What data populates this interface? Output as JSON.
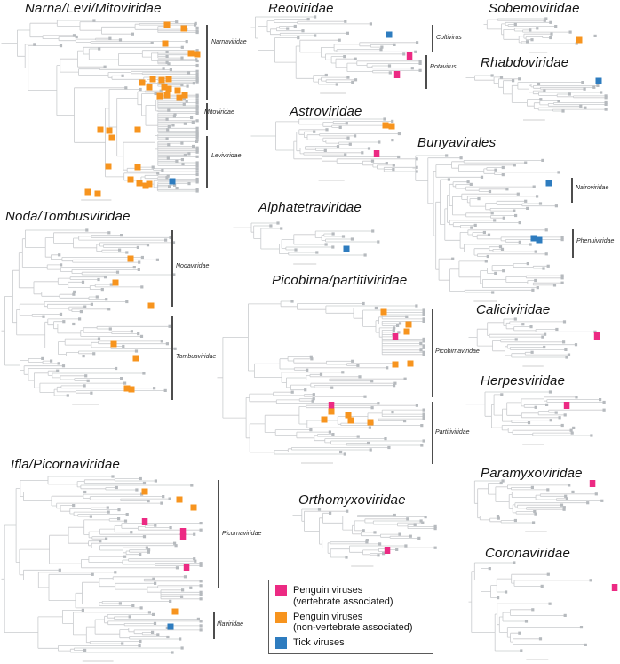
{
  "colors": {
    "penguin_vertebrate": "#EC2A83",
    "penguin_nonvertebrate": "#F7941E",
    "tick": "#2E7CBF",
    "tree_line": "#C9CBCE",
    "tip": "#B6BABE",
    "bracket": "#4D4D4D"
  },
  "panels": {
    "narna": {
      "title": "Narna/Levi/Mitoviridae",
      "subgroups": [
        {
          "label": "Narnaviridae"
        },
        {
          "label": "Mitoviridae"
        },
        {
          "label": "Leviviridae"
        }
      ]
    },
    "reo": {
      "title": "Reoviridae",
      "subgroups": [
        {
          "label": "Coltivirus"
        },
        {
          "label": "Rotavirus"
        }
      ]
    },
    "sobemo": {
      "title": "Sobemoviridae",
      "subgroups": []
    },
    "rhabdo": {
      "title": "Rhabdoviridae",
      "subgroups": []
    },
    "astro": {
      "title": "Astroviridae",
      "subgroups": []
    },
    "bunya": {
      "title": "Bunyavirales",
      "subgroups": [
        {
          "label": "Nairoviridae"
        },
        {
          "label": "Phenuiviridae"
        }
      ]
    },
    "noda": {
      "title": "Noda/Tombusviridae",
      "subgroups": [
        {
          "label": "Nodaviridae"
        },
        {
          "label": "Tombusviridae"
        }
      ]
    },
    "alphatetra": {
      "title": "Alphatetraviridae",
      "subgroups": []
    },
    "picobirna": {
      "title": "Picobirna/partitiviridae",
      "subgroups": [
        {
          "label": "Picobirnaviridae"
        },
        {
          "label": "Partitiviridae"
        }
      ]
    },
    "calici": {
      "title": "Caliciviridae",
      "subgroups": []
    },
    "herpes": {
      "title": "Herpesviridae",
      "subgroups": []
    },
    "ifla": {
      "title": "Ifla/Picornaviridae",
      "subgroups": [
        {
          "label": "Picornaviridae"
        },
        {
          "label": "Iflaviridae"
        }
      ]
    },
    "orthomyxo": {
      "title": "Orthomyxoviridae",
      "subgroups": []
    },
    "paramyxo": {
      "title": "Paramyxoviridae",
      "subgroups": []
    },
    "corona": {
      "title": "Coronaviridae",
      "subgroups": []
    }
  },
  "trees": {
    "narna": {
      "seed": 11,
      "tips": 115,
      "markers": [
        [
          188,
          8,
          "o"
        ],
        [
          207,
          12,
          "o"
        ],
        [
          186,
          29,
          "o"
        ],
        [
          215,
          40,
          "o"
        ],
        [
          222,
          41,
          "o"
        ],
        [
          160,
          73,
          "o"
        ],
        [
          172,
          69,
          "o"
        ],
        [
          182,
          70,
          "o"
        ],
        [
          190,
          69,
          "o"
        ],
        [
          168,
          78,
          "o"
        ],
        [
          185,
          78,
          "o"
        ],
        [
          190,
          80,
          "o"
        ],
        [
          200,
          82,
          "o"
        ],
        [
          180,
          88,
          "o"
        ],
        [
          188,
          87,
          "o"
        ],
        [
          208,
          87,
          "o"
        ],
        [
          202,
          90,
          "o"
        ],
        [
          113,
          126,
          "o"
        ],
        [
          123,
          127,
          "o"
        ],
        [
          155,
          126,
          "o"
        ],
        [
          126,
          135,
          "o"
        ],
        [
          122,
          167,
          "o"
        ],
        [
          155,
          168,
          "o"
        ],
        [
          147,
          182,
          "o"
        ],
        [
          157,
          186,
          "o"
        ],
        [
          164,
          189,
          "o"
        ],
        [
          168,
          187,
          "o"
        ],
        [
          99,
          196,
          "o"
        ],
        [
          110,
          198,
          "o"
        ],
        [
          194,
          184,
          "b"
        ]
      ]
    },
    "reo": {
      "seed": 22,
      "tips": 30,
      "markers": [
        [
          157,
          23,
          "b"
        ],
        [
          180,
          47,
          "p"
        ],
        [
          166,
          68,
          "p"
        ]
      ]
    },
    "sobemo": {
      "seed": 33,
      "tips": 14,
      "markers": [
        [
          109,
          27,
          "o"
        ]
      ]
    },
    "rhabdo": {
      "seed": 44,
      "tips": 22,
      "markers": [
        [
          151,
          9,
          "b"
        ]
      ]
    },
    "astro": {
      "seed": 55,
      "tips": 26,
      "markers": [
        [
          153,
          10,
          "o"
        ],
        [
          160,
          11,
          "o"
        ],
        [
          143,
          42,
          "p"
        ]
      ]
    },
    "bunya": {
      "seed": 66,
      "tips": 58,
      "markers": [
        [
          155,
          34,
          "b"
        ],
        [
          138,
          96,
          "b"
        ],
        [
          144,
          98,
          "b"
        ]
      ]
    },
    "noda": {
      "seed": 77,
      "tips": 68,
      "markers": [
        [
          147,
          35,
          "o"
        ],
        [
          130,
          62,
          "o"
        ],
        [
          170,
          88,
          "o"
        ],
        [
          128,
          131,
          "o"
        ],
        [
          153,
          147,
          "o"
        ],
        [
          143,
          181,
          "o"
        ],
        [
          148,
          182,
          "o"
        ]
      ]
    },
    "alphatetra": {
      "seed": 88,
      "tips": 13,
      "markers": [
        [
          129,
          32,
          "b"
        ]
      ]
    },
    "picobirna": {
      "seed": 99,
      "tips": 70,
      "markers": [
        [
          189,
          15,
          "o"
        ],
        [
          217,
          29,
          "o"
        ],
        [
          215,
          37,
          "o"
        ],
        [
          202,
          43,
          "p"
        ],
        [
          202,
          74,
          "o"
        ],
        [
          219,
          73,
          "o"
        ],
        [
          130,
          120,
          "p"
        ],
        [
          130,
          127,
          "o"
        ],
        [
          149,
          131,
          "o"
        ],
        [
          122,
          136,
          "o"
        ],
        [
          152,
          137,
          "o"
        ],
        [
          174,
          139,
          "o"
        ]
      ]
    },
    "calici": {
      "seed": 101,
      "tips": 16,
      "markers": [
        [
          146,
          22,
          "p"
        ]
      ]
    },
    "herpes": {
      "seed": 112,
      "tips": 18,
      "markers": [
        [
          115,
          18,
          "p"
        ]
      ]
    },
    "ifla": {
      "seed": 123,
      "tips": 80,
      "markers": [
        [
          163,
          20,
          "o"
        ],
        [
          202,
          29,
          "o"
        ],
        [
          218,
          38,
          "o"
        ],
        [
          163,
          54,
          "p"
        ],
        [
          206,
          65,
          "p"
        ],
        [
          206,
          71,
          "p"
        ],
        [
          210,
          105,
          "p"
        ],
        [
          197,
          155,
          "o"
        ],
        [
          192,
          172,
          "b"
        ]
      ]
    },
    "orthomyxo": {
      "seed": 134,
      "tips": 26,
      "markers": [
        [
          108,
          49,
          "p"
        ]
      ]
    },
    "paramyxo": {
      "seed": 145,
      "tips": 20,
      "markers": [
        [
          141,
          6,
          "p"
        ]
      ]
    },
    "corona": {
      "seed": 156,
      "tips": 16,
      "markers": [
        [
          166,
          31,
          "p"
        ]
      ]
    }
  },
  "legend": {
    "items": [
      {
        "color_key": "penguin_vertebrate",
        "label_line1": "Penguin viruses",
        "label_line2": "(vertebrate associated)"
      },
      {
        "color_key": "penguin_nonvertebrate",
        "label_line1": "Penguin viruses",
        "label_line2": "(non-vertebrate associated)"
      },
      {
        "color_key": "tick",
        "label_line1": "Tick viruses",
        "label_line2": ""
      }
    ]
  }
}
